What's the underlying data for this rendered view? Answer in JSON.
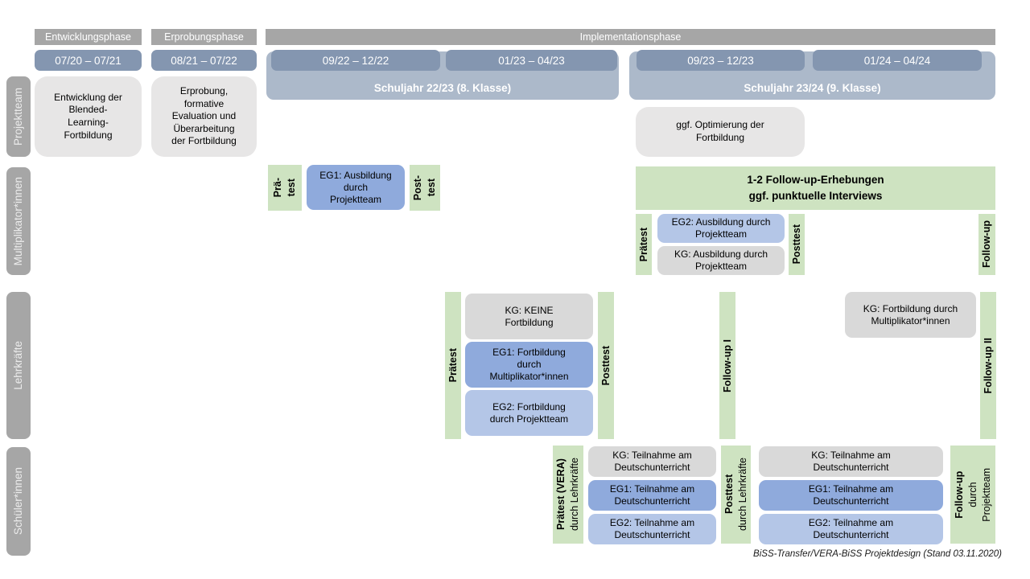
{
  "footer": "BiSS-Transfer/VERA-BiSS Projektdesign (Stand 03.11.2020)",
  "phases": {
    "p1": "Entwicklungsphase",
    "p2": "Erprobungsphase",
    "p3": "Implementationsphase"
  },
  "dates": {
    "d1": "07/20 – 07/21",
    "d2": "08/21 – 07/22",
    "d3": "09/22 – 12/22",
    "d4": "01/23 – 04/23",
    "d5": "09/23 – 12/23",
    "d6": "01/24 – 04/24"
  },
  "years": {
    "y1": "Schuljahr 22/23 (8. Klasse)",
    "y2": "Schuljahr 23/24 (9. Klasse)"
  },
  "row_labels": {
    "r1": "Projektteam",
    "r2": "Multiplikator*innen",
    "r3": "Lehrkräfte",
    "r4": "Schüler*innen"
  },
  "projektteam": {
    "entwicklung": "Entwicklung der\nBlended-\nLearning-\nFortbildung",
    "erprobung": "Erprobung,\nformative\nEvaluation und\nÜberarbeitung\nder Fortbildung",
    "optimierung": "ggf. Optimierung der\nFortbildung"
  },
  "multiplikatoren": {
    "praetest1_line1": "Prä-",
    "praetest1_line2": "test",
    "eg1": "EG1: Ausbildung\ndurch\nProjektteam",
    "posttest1_line1": "Post-",
    "posttest1_line2": "test",
    "followup_bar": "1-2 Follow-up-Erhebungen\nggf. punktuelle Interviews",
    "praetest2": "Prätest",
    "eg2": "EG2: Ausbildung durch\nProjektteam",
    "kg": "KG: Ausbildung durch\nProjektteam",
    "posttest2": "Posttest",
    "followup": "Follow-up"
  },
  "lehrkraefte": {
    "praetest": "Prätest",
    "kg1": "KG: KEINE\nFortbildung",
    "eg1": "EG1: Fortbildung\ndurch\nMultiplikator*innen",
    "eg2": "EG2: Fortbildung\ndurch Projektteam",
    "posttest": "Posttest",
    "followup1": "Follow-up I",
    "kg2": "KG: Fortbildung durch\nMultiplikator*innen",
    "followup2": "Follow-up II"
  },
  "schueler": {
    "praetest_main": "Prätest (VERA)",
    "praetest_sub": "durch Lehrkräfte",
    "kg": "KG: Teilnahme am\nDeutschunterricht",
    "eg1": "EG1: Teilnahme am\nDeutschunterricht",
    "eg2": "EG2: Teilnahme am\nDeutschunterricht",
    "posttest_main": "Posttest",
    "posttest_sub": "durch Lehrkräfte",
    "followup_main": "Follow-up",
    "followup_sub1": "durch",
    "followup_sub2": "Projektteam"
  },
  "colors": {
    "phase_gray": "#a6a6a6",
    "date_blue": "#8496b0",
    "year_blue": "#acb9ca",
    "box_light_gray": "#e7e6e6",
    "kg_gray": "#d9d9d9",
    "eg1_blue": "#8faadc",
    "eg2_blue": "#b4c6e7",
    "green": "#cee3c1"
  }
}
